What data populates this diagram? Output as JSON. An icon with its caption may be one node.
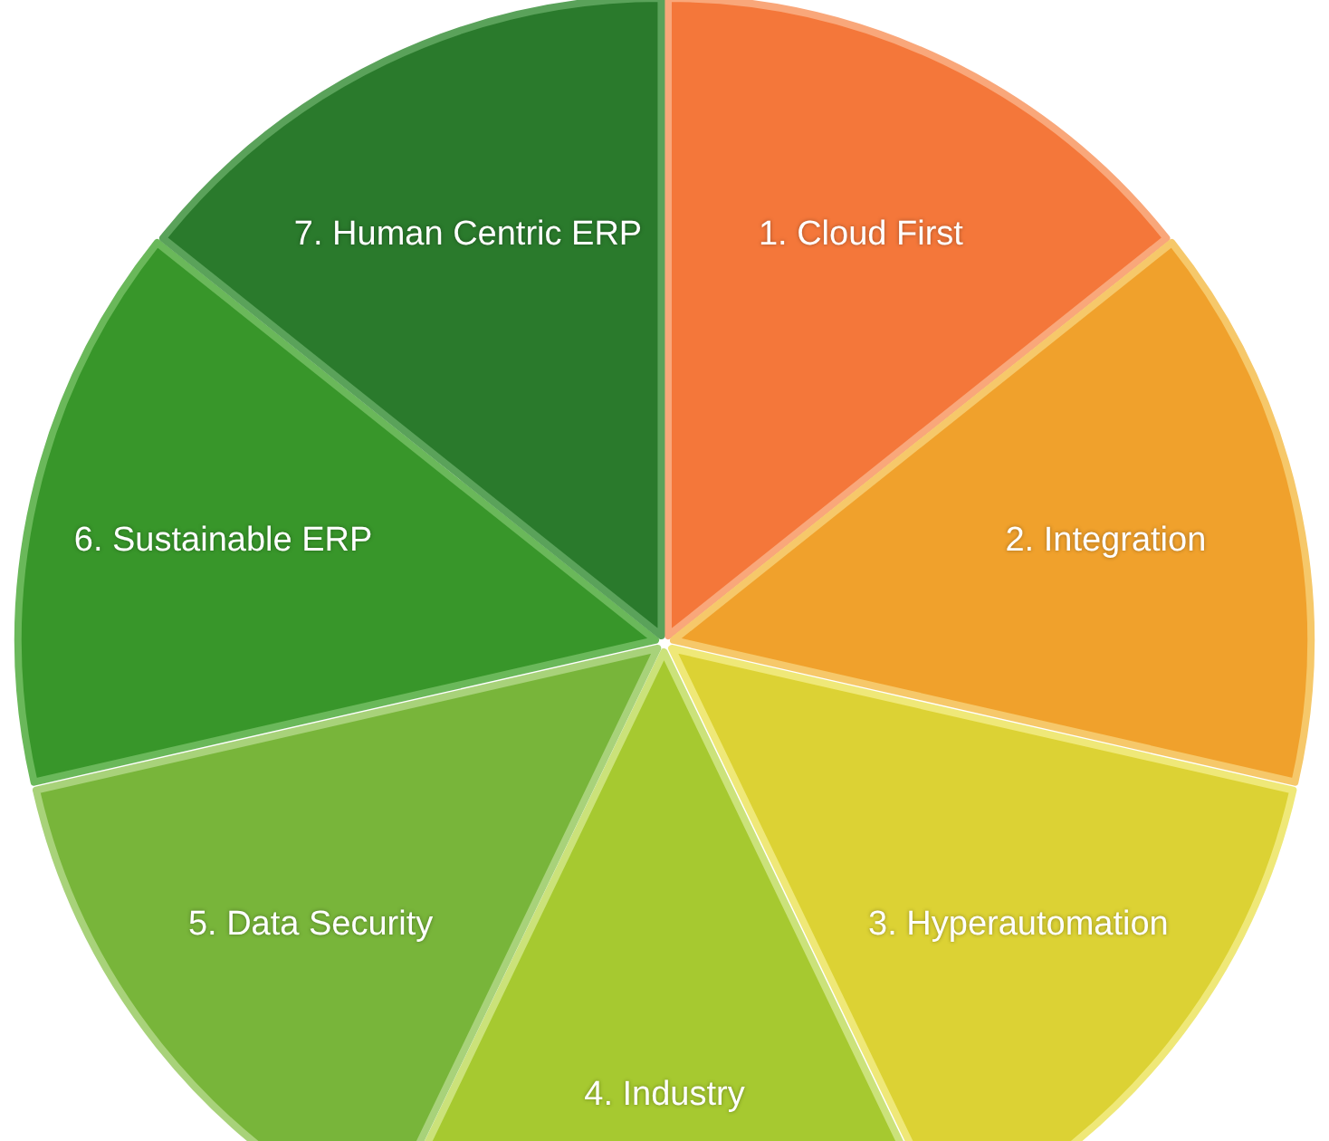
{
  "diagram": {
    "nodes": [
      {
        "text": [
          "1. Cloud First"
        ]
      },
      {
        "text": [
          "2. Integration"
        ]
      },
      {
        "text": [
          "3. Hyperautomation"
        ]
      },
      {
        "text": [
          "4. Industry"
        ]
      },
      {
        "text": [
          "5. Data Security"
        ]
      },
      {
        "text": [
          "6. Sustainable ERP"
        ]
      },
      {
        "text": [
          "7. Human Centric ERP"
        ]
      }
    ]
  }
}
